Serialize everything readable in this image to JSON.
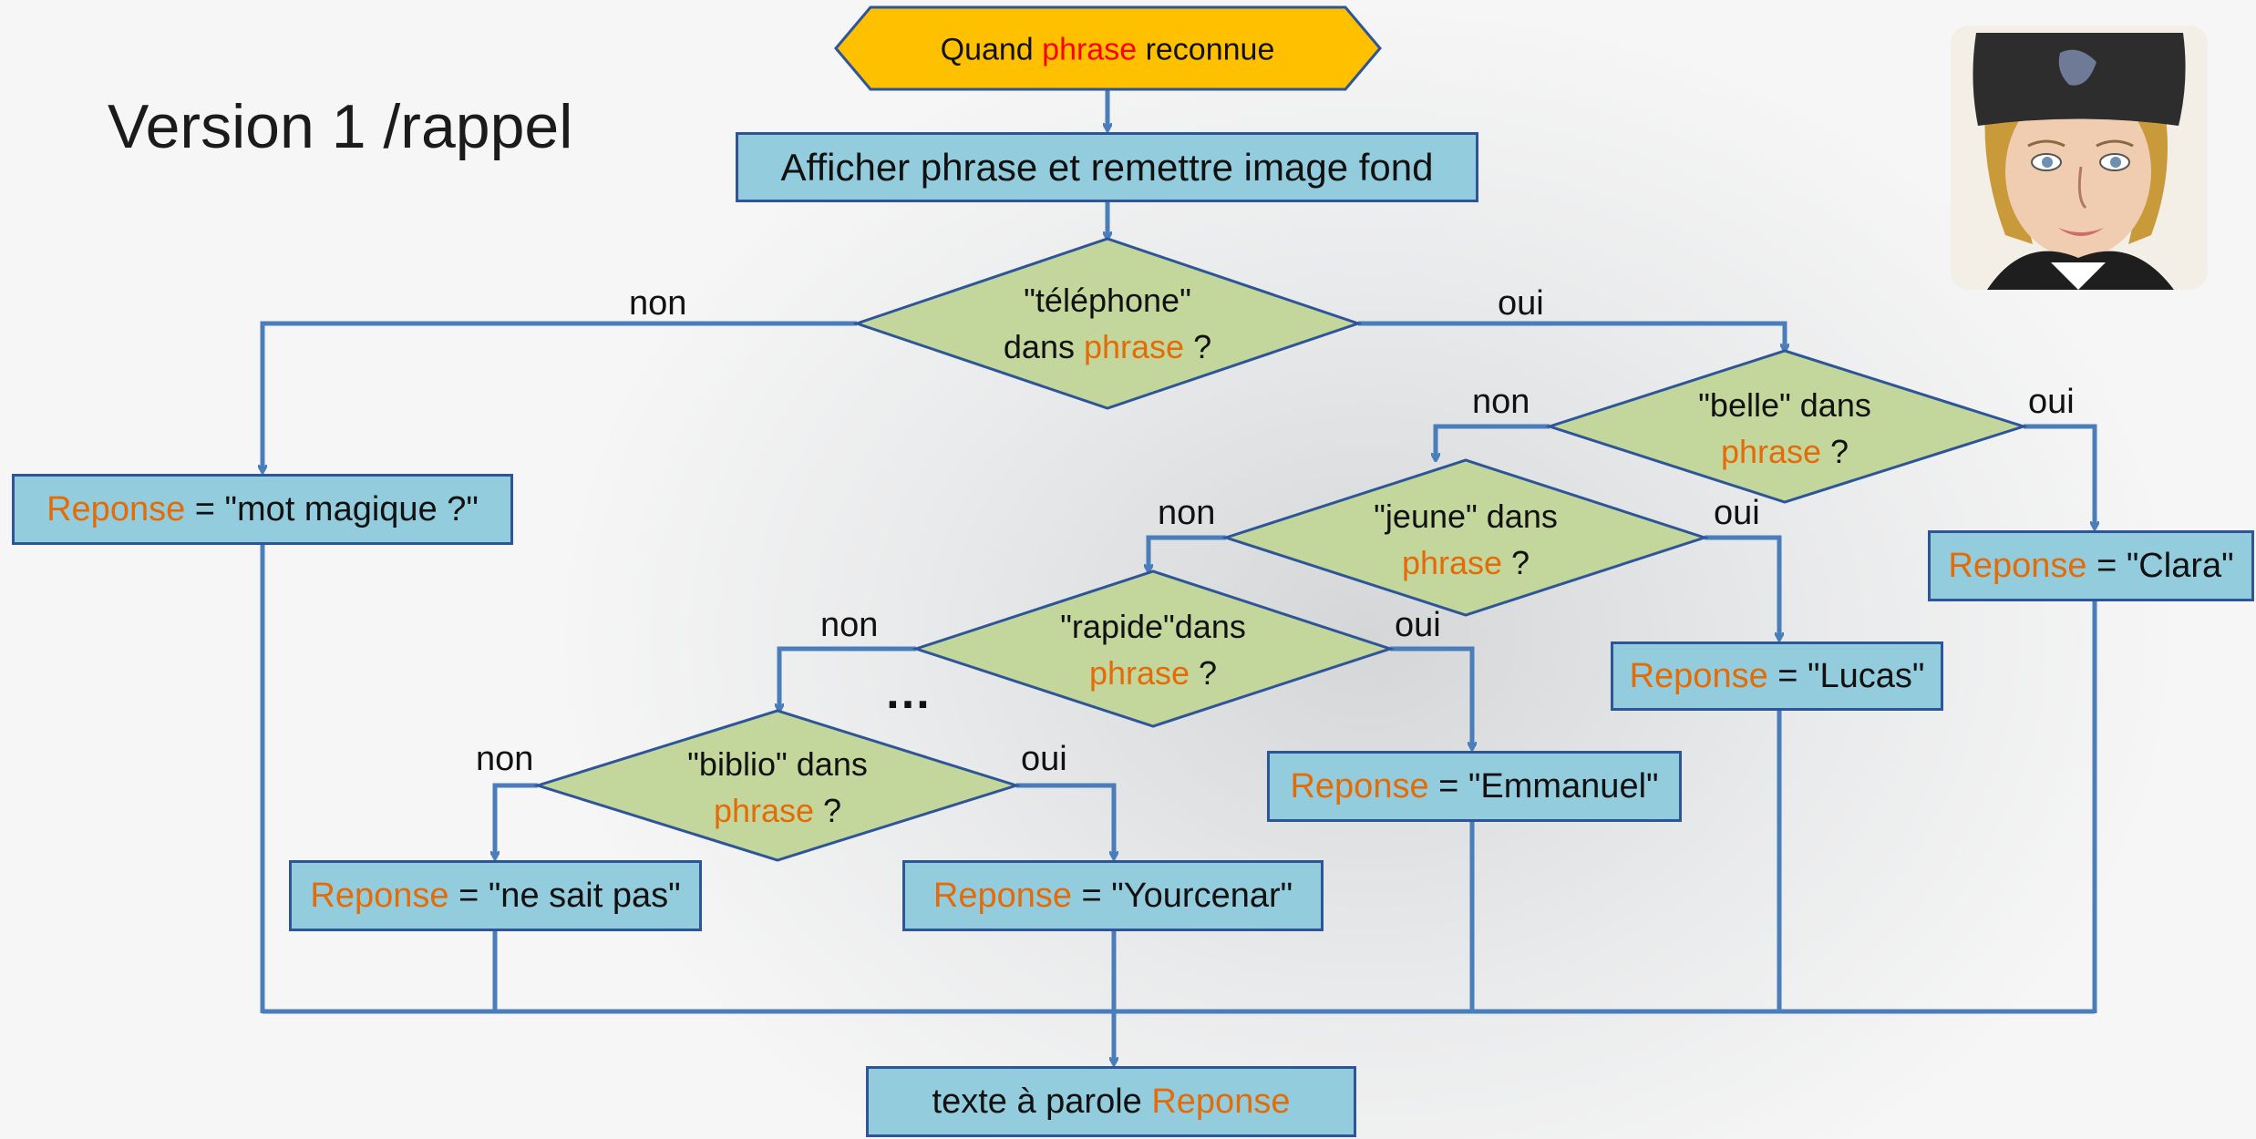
{
  "title": "Version 1 /rappel",
  "start": {
    "pre": "Quand ",
    "var": "phrase",
    "post": " reconnue"
  },
  "display": "Afficher phrase et remettre image fond",
  "decisions": {
    "telephone": {
      "line1": "\"téléphone\"",
      "line2_pre": "dans ",
      "var": "phrase",
      "post": " ?"
    },
    "belle": {
      "line1": "\"belle\" dans",
      "var": "phrase",
      "post": " ?"
    },
    "jeune": {
      "line1": "\"jeune\" dans",
      "var": "phrase",
      "post": " ?"
    },
    "rapide": {
      "line1": "\"rapide\"dans",
      "var": "phrase",
      "post": " ?"
    },
    "biblio": {
      "line1": "\"biblio\" dans",
      "var": "phrase",
      "post": " ?"
    }
  },
  "responses": {
    "var": "Reponse",
    "mot_magique": " = \"mot magique ?\"",
    "clara": " = \"Clara\"",
    "lucas": " = \"Lucas\"",
    "emmanuel": " = \"Emmanuel\"",
    "yourcenar": " = \"Yourcenar\"",
    "ne_sait_pas": " = \"ne sait pas\""
  },
  "branch_labels": {
    "no": "non",
    "yes": "oui"
  },
  "ellipsis": "…",
  "final": {
    "pre": "texte à parole ",
    "var": "Reponse"
  },
  "colors": {
    "process_fill": "#93cddd",
    "decision_fill": "#c3d69b",
    "start_fill": "#ffc000",
    "line": "#4a7ebb",
    "variable": "#e36c09",
    "start_variable": "#ff0000"
  },
  "image": {
    "name": "portrait-drawing",
    "description": "illustration"
  }
}
